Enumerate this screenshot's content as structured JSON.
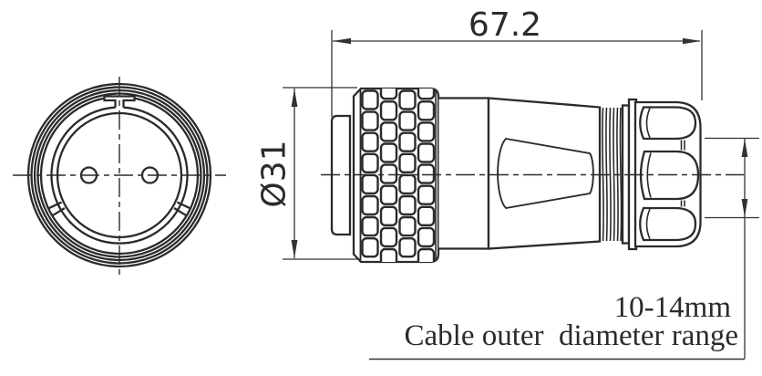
{
  "drawing": {
    "background": "#ffffff",
    "line_color": "#2b2b2b",
    "dim_color": "#323232"
  },
  "dimensions": {
    "overall_length": {
      "label": "67.2"
    },
    "coupling_diameter": {
      "label": "Ø31"
    },
    "cable_range": {
      "value": "10-14mm",
      "caption": "Cable outer  diameter range"
    }
  }
}
